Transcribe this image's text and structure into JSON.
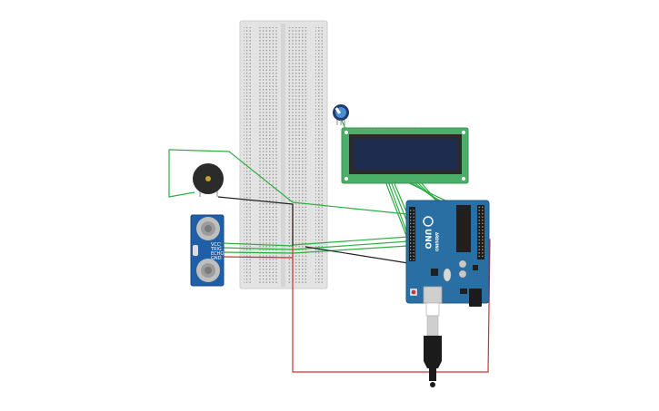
{
  "board": {
    "uno_label": "UNO",
    "brand_label": "ARDUINO"
  },
  "sensor": {
    "pin_labels": [
      "VCC",
      "TRIG",
      "ECHO",
      "GND"
    ]
  },
  "colors": {
    "breadboard": "#e3e3e3",
    "arduino_blue": "#2a6fa3",
    "lcd_green": "#4caf69",
    "lcd_screen": "#1e2d4f",
    "sensor_blue": "#1f5fa8",
    "wire_green": "#2fae43",
    "wire_red": "#d0312d",
    "wire_black": "#222222",
    "buzzer": "#2b2b2b"
  },
  "icons": {
    "potentiometer": "potentiometer-knob-icon",
    "buzzer": "piezo-buzzer-icon",
    "usb": "usb-cable-icon"
  }
}
